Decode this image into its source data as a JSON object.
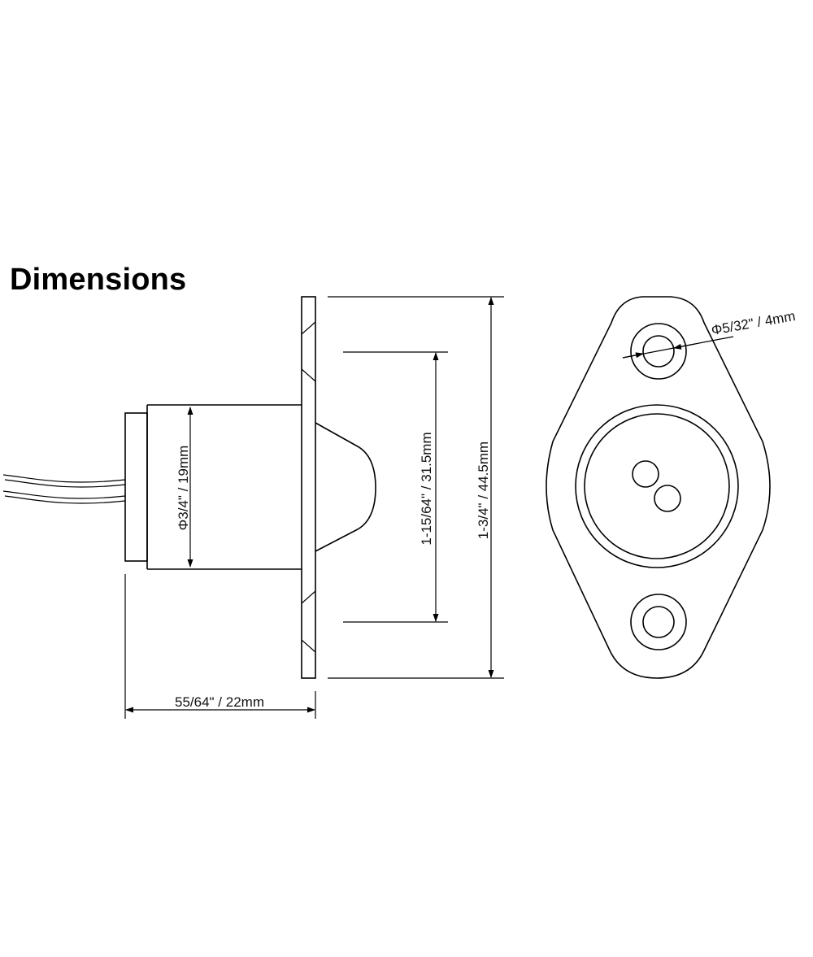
{
  "title": "Dimensions",
  "dimensions": {
    "width": "55/64\" / 22mm",
    "body_diameter": "Φ3/4\"  /  19mm",
    "mounting_hole_spacing": "1-15/64\" / 31.5mm",
    "flange_height": "1-3/4\" / 44.5mm",
    "hole_diameter": "Φ5/32\" / 4mm"
  },
  "colors": {
    "line": "#000000",
    "background": "#ffffff"
  }
}
